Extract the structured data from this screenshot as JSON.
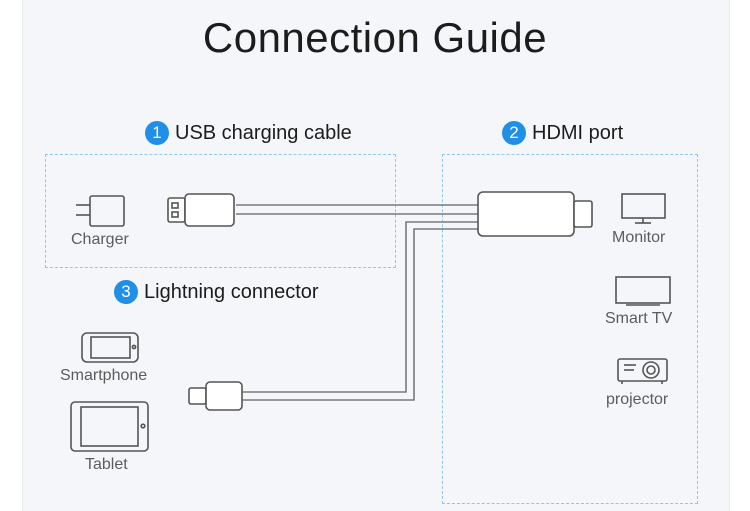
{
  "title": "Connection Guide",
  "sections": {
    "usb": {
      "number": "1",
      "label": "USB charging cable"
    },
    "hdmi": {
      "number": "2",
      "label": "HDMI port"
    },
    "lightning": {
      "number": "3",
      "label": "Lightning connector"
    }
  },
  "devices": {
    "charger": "Charger",
    "smartphone": "Smartphone",
    "tablet": "Tablet",
    "monitor": "Monitor",
    "smart_tv": "Smart TV",
    "projector": "projector"
  },
  "colors": {
    "accent": "#1f8fe8",
    "dashed_border": "#8fc7ea",
    "line": "#7a7a7a"
  },
  "icons": [
    "charger-icon",
    "smartphone-icon",
    "tablet-icon",
    "monitor-icon",
    "tv-icon",
    "projector-icon",
    "usb-plug-icon",
    "hdmi-plug-icon",
    "lightning-plug-icon"
  ]
}
